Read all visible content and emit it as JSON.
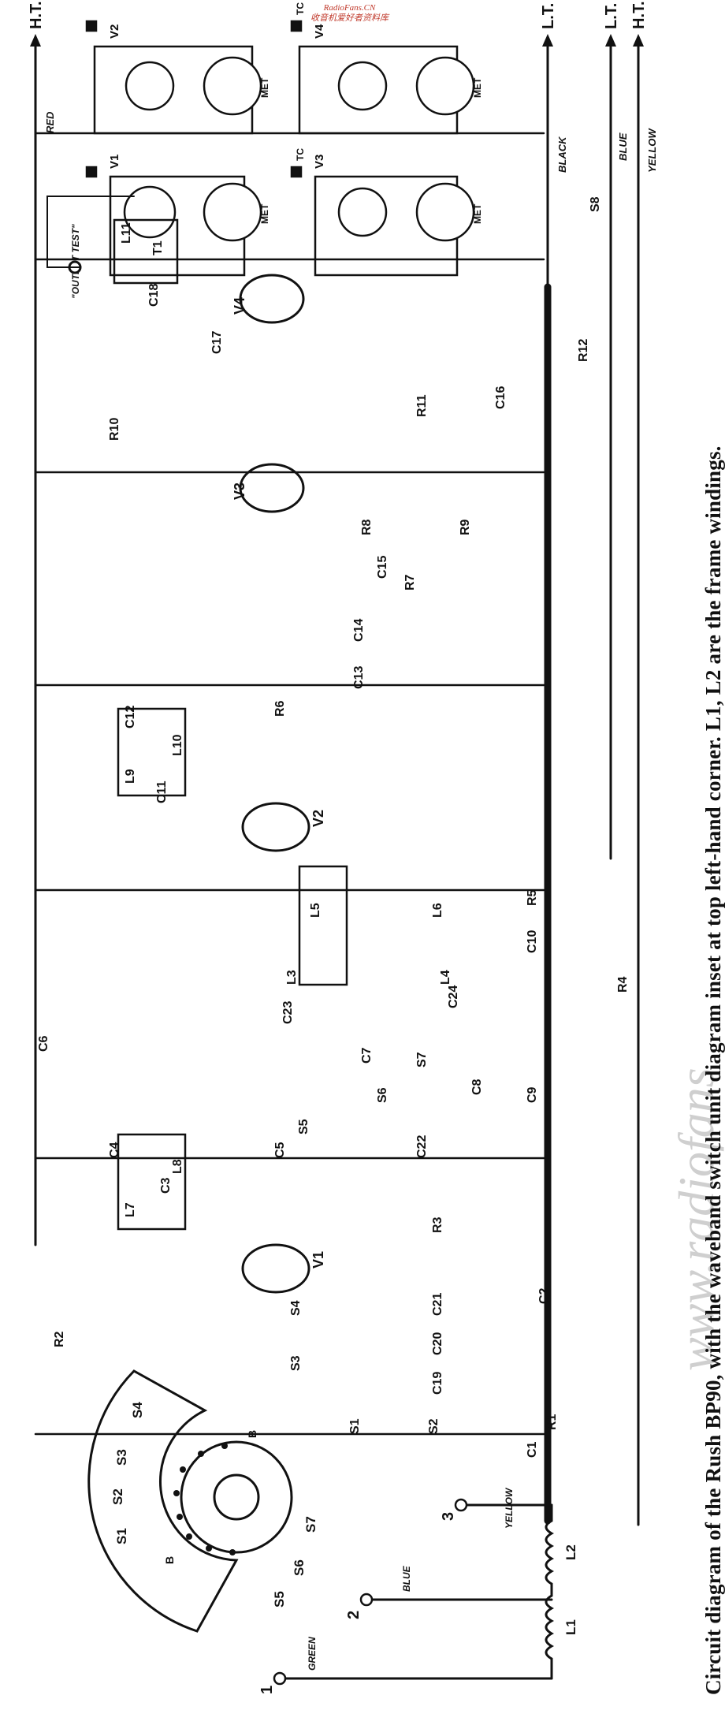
{
  "header": {
    "site_name": "RadioFans.CN",
    "site_subtitle": "收音机爱好者资料库"
  },
  "caption": {
    "text": "Circuit diagram of the Rush BP90, with the waveband switch unit diagram inset at top left-hand corner.  L1, L2 are the frame windings."
  },
  "watermark": {
    "text": "www.radiofans"
  },
  "rails": {
    "ht_plus_left": "H.T. +",
    "red": "RED",
    "output_test": "\"OUTPUT TEST\"",
    "lt_minus": "L.T. -",
    "black": "BLACK",
    "lt_plus": "L.T. +",
    "blue": "BLUE",
    "ht_minus": "H.T. -",
    "yellow": "YELLOW"
  },
  "valves_inset": {
    "v1": "V1",
    "v2": "V2",
    "v3": "V3",
    "v4": "V4",
    "tc": "TC",
    "met": "MET"
  },
  "valves": [
    "V1",
    "V2",
    "V3",
    "V4"
  ],
  "components": {
    "resistors": [
      "R1",
      "R2",
      "R3",
      "R4",
      "R5",
      "R6",
      "R7",
      "R8",
      "R9",
      "R10",
      "R11",
      "R12"
    ],
    "capacitors": [
      "C1",
      "C2",
      "C3",
      "C4",
      "C5",
      "C6",
      "C7",
      "C8",
      "C9",
      "C10",
      "C11",
      "C12",
      "C13",
      "C14",
      "C15",
      "C16",
      "C17",
      "C18",
      "C19",
      "C20",
      "C21",
      "C22",
      "C23",
      "C24"
    ],
    "inductors": [
      "L1",
      "L2",
      "L3",
      "L4",
      "L5",
      "L6",
      "L7",
      "L8",
      "L9",
      "L10",
      "L11"
    ],
    "transformer": "T1",
    "switches": [
      "S1",
      "S2",
      "S3",
      "S4",
      "S5",
      "S6",
      "S7",
      "S8"
    ]
  },
  "frame_terminals": {
    "t1": "1",
    "t1_colour": "GREEN",
    "t2": "2",
    "t2_colour": "BLUE",
    "t3": "3",
    "t3_colour": "YELLOW"
  },
  "switch_inset": {
    "labels": [
      "S1",
      "S2",
      "S3",
      "S4",
      "S5",
      "S6",
      "S7"
    ],
    "b": "B"
  }
}
